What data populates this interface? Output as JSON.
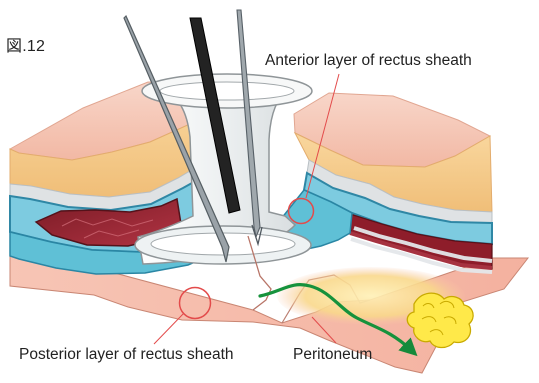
{
  "figure": {
    "label": "図.12",
    "annotations": {
      "anterior": "Anterior layer of rectus sheath",
      "posterior": "Posterior layer of rectus sheath",
      "peritoneum": "Peritoneum"
    },
    "colors": {
      "skin": "#f5c8b8",
      "fat": "#f5c88a",
      "fascia": "#d9d9d9",
      "rectus_sheath": "#6dc6d8",
      "muscle": "#9a2530",
      "peritoneum": "#f4b6a5",
      "arrow": "#1a9040",
      "fat_cluster": "#ffe84d",
      "annotation_circle": "#e24b4b"
    }
  }
}
